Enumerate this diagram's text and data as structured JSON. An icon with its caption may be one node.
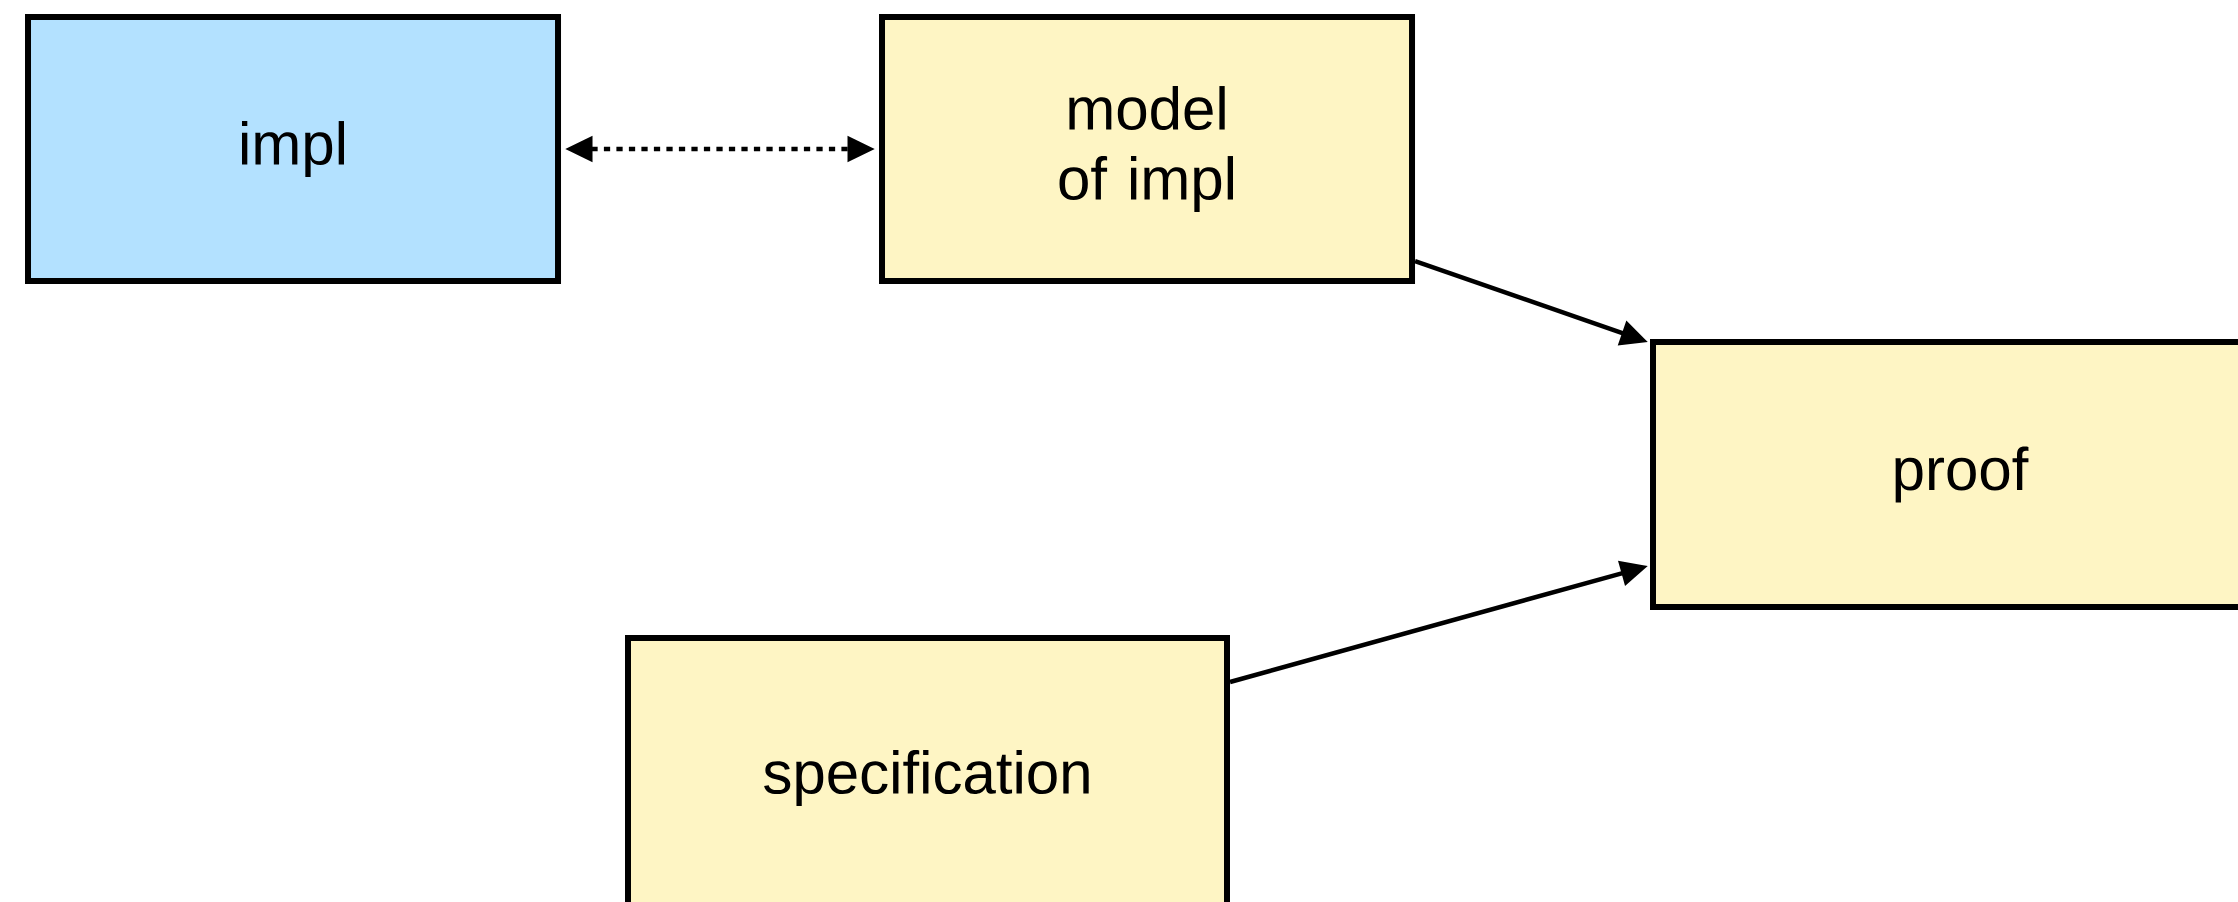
{
  "diagram": {
    "nodes": [
      {
        "text": [
          "impl"
        ]
      },
      {
        "text": [
          "model of impl"
        ]
      },
      {
        "text": [
          "proof"
        ]
      },
      {
        "text": [
          "specification"
        ]
      }
    ],
    "edges": [
      {
        "from": 0,
        "to": 1,
        "arrow": "both",
        "style": "dashed"
      },
      {
        "from": 1,
        "to": 2,
        "arrow": "to"
      },
      {
        "from": 3,
        "to": 2,
        "arrow": "to"
      }
    ]
  }
}
